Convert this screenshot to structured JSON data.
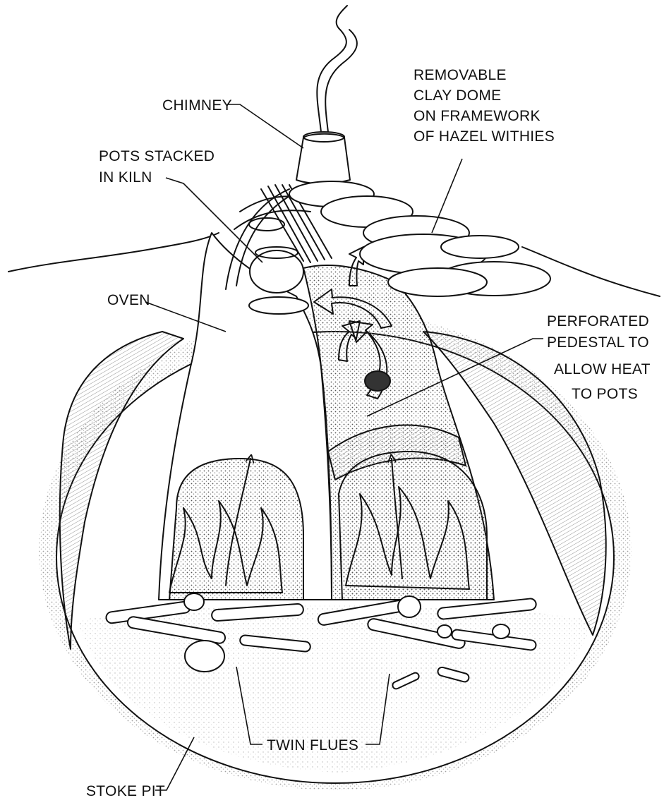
{
  "labels": {
    "chimney": "CHIMNEY",
    "dome": [
      "REMOVABLE",
      "CLAY DOME",
      "ON FRAMEWORK",
      "OF HAZEL WITHIES"
    ],
    "pots": [
      "POTS STACKED",
      "IN KILN"
    ],
    "oven": "OVEN",
    "pedestal": [
      "PERFORATED",
      "PEDESTAL TO",
      "ALLOW HEAT",
      "TO POTS"
    ],
    "flues": "TWIN FLUES",
    "stoke_pit": "STOKE PIT"
  },
  "colors": {
    "ink": "#111111",
    "paper": "#ffffff",
    "stipple": "#9a9a9a"
  }
}
